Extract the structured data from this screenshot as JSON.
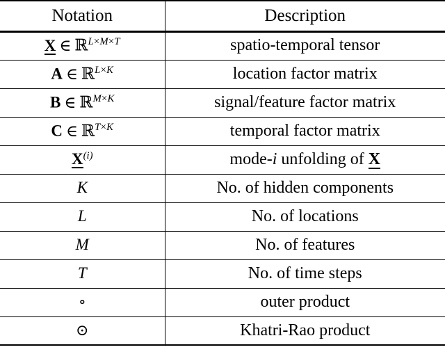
{
  "table": {
    "columns": [
      {
        "key": "notation",
        "header": "Notation"
      },
      {
        "key": "description",
        "header": "Description"
      }
    ],
    "rows": [
      {
        "notation_plain": "X ∈ ℝ^{L×M×T}",
        "notation": {
          "symbol": "X",
          "symbol_style": "bold-underline",
          "relation": "∈",
          "set": "ℝ",
          "superscript_parts": [
            "L",
            "×",
            "M",
            "×",
            "T"
          ]
        },
        "description": "spatio-temporal tensor"
      },
      {
        "notation_plain": "A ∈ ℝ^{L×K}",
        "notation": {
          "symbol": "A",
          "symbol_style": "bold",
          "relation": "∈",
          "set": "ℝ",
          "superscript_parts": [
            "L",
            "×",
            "K"
          ]
        },
        "description": "location factor matrix"
      },
      {
        "notation_plain": "B ∈ ℝ^{M×K}",
        "notation": {
          "symbol": "B",
          "symbol_style": "bold",
          "relation": "∈",
          "set": "ℝ",
          "superscript_parts": [
            "M",
            "×",
            "K"
          ]
        },
        "description": "signal/feature factor matrix"
      },
      {
        "notation_plain": "C ∈ ℝ^{T×K}",
        "notation": {
          "symbol": "C",
          "symbol_style": "bold",
          "relation": "∈",
          "set": "ℝ",
          "superscript_parts": [
            "T",
            "×",
            "K"
          ]
        },
        "description": "temporal factor matrix"
      },
      {
        "notation_plain": "X^{(i)}",
        "notation": {
          "symbol": "X",
          "symbol_style": "bold-underline",
          "superscript_paren": "(i)"
        },
        "description_parts": [
          "mode-",
          "i",
          " unfolding of ",
          "X"
        ],
        "description": "mode-i unfolding of X"
      },
      {
        "notation_plain": "K",
        "notation": {
          "symbol": "K",
          "symbol_style": "italic"
        },
        "description": "No. of hidden components"
      },
      {
        "notation_plain": "L",
        "notation": {
          "symbol": "L",
          "symbol_style": "italic"
        },
        "description": "No. of locations"
      },
      {
        "notation_plain": "M",
        "notation": {
          "symbol": "M",
          "symbol_style": "italic"
        },
        "description": "No. of features"
      },
      {
        "notation_plain": "T",
        "notation": {
          "symbol": "T",
          "symbol_style": "italic"
        },
        "description": "No. of time steps"
      },
      {
        "notation_plain": "∘",
        "notation": {
          "symbol": "∘",
          "symbol_style": "operator"
        },
        "description": "outer product"
      },
      {
        "notation_plain": "⊙",
        "notation": {
          "symbol": "⊙",
          "symbol_style": "operator"
        },
        "description": "Khatri-Rao product"
      }
    ]
  },
  "style": {
    "rule_color": "#000000",
    "text_color": "#000000",
    "background": "#ffffff"
  }
}
